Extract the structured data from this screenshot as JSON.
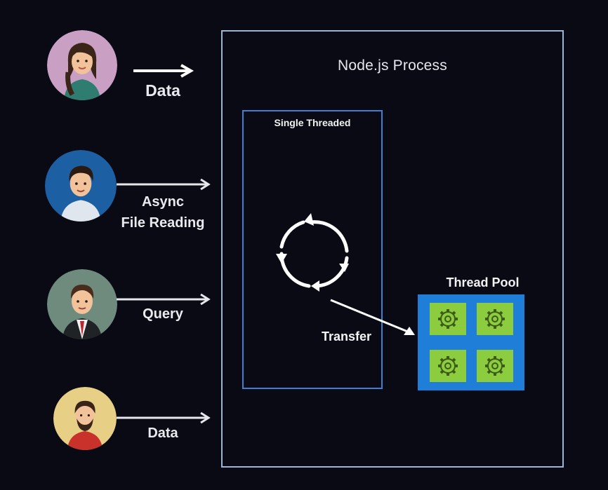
{
  "clients": [
    {
      "name": "woman",
      "label_lines": [
        "Data"
      ]
    },
    {
      "name": "man-blue",
      "label_lines": [
        "Async",
        "File Reading"
      ]
    },
    {
      "name": "man-suit",
      "label_lines": [
        "Query"
      ]
    },
    {
      "name": "man-beard",
      "label_lines": [
        "Data"
      ]
    }
  ],
  "process": {
    "title": "Node.js Process",
    "thread": {
      "title": "Single Threaded"
    },
    "transfer_label": "Transfer",
    "thread_pool": {
      "title": "Thread Pool",
      "worker_count": 4
    }
  },
  "colors": {
    "background": "#0a0a14",
    "process_border": "#9ab6d6",
    "thread_border": "#3f7fd0",
    "pool_fill": "#1f7ed8",
    "worker_fill": "#8ccc3f"
  },
  "icons": {
    "event_loop": "circular-arrows-icon",
    "worker": "gear-icon"
  }
}
